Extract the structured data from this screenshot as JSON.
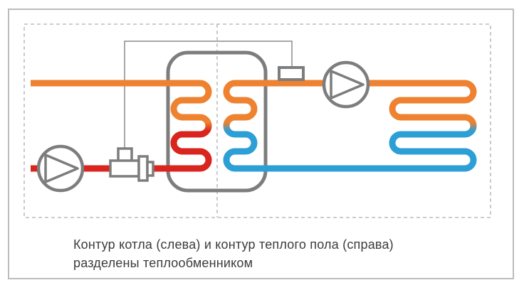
{
  "caption": {
    "line1": "Контур котла (слева) и контур теплого пола (справа)",
    "line2": "разделены теплообменником"
  },
  "colors": {
    "supply_orange": "#EE8230",
    "boiler_return_red": "#D9251D",
    "floor_return_blue": "#2B9FD6",
    "equipment_gray": "#7D7D7D",
    "control_line_gray": "#8C8C8C",
    "dashed_gray": "#AFAFAF",
    "card_border_gray": "#BCBCBC",
    "caption_text": "#3C3C3C",
    "white": "#FFFFFF"
  },
  "icons": {
    "boiler_pump": "circulation-pump",
    "floor_pump": "circulation-pump",
    "valve": "three-way-mixing-valve",
    "sensor": "temperature-sensor",
    "tank": "heat-exchanger-tank",
    "divider": "zone-divider-dashed-line",
    "boundary": "system-boundary-dashed-box"
  }
}
